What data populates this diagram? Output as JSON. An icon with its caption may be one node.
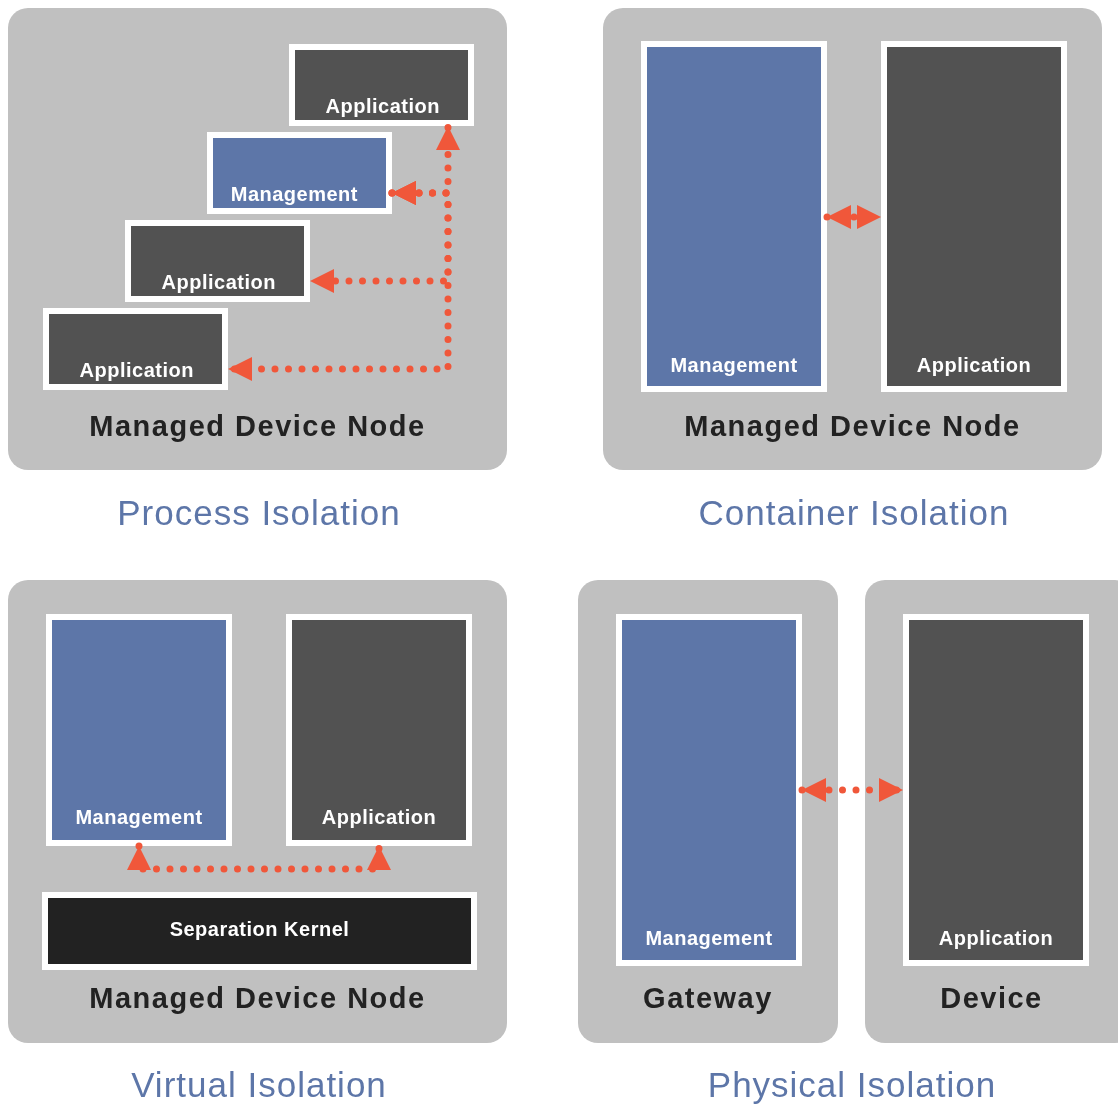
{
  "diagram": {
    "nodes": [
      {
        "text": [
          "Managed Device Node"
        ]
      },
      {
        "text": [
          "Application"
        ],
        "in": 0
      },
      {
        "text": [
          "Management"
        ],
        "in": 0
      },
      {
        "text": [
          "Application"
        ],
        "in": 0
      },
      {
        "text": [
          "Application"
        ],
        "in": 0
      },
      {
        "text": [
          "Managed Device Node"
        ]
      },
      {
        "text": [
          "Management"
        ],
        "in": 5
      },
      {
        "text": [
          "Application"
        ],
        "in": 5
      },
      {
        "text": [
          "Managed Device Node"
        ]
      },
      {
        "text": [
          "Management"
        ],
        "in": 8
      },
      {
        "text": [
          "Application"
        ],
        "in": 8
      },
      {
        "text": [
          "Separation Kernel"
        ],
        "in": 8
      },
      {
        "text": [
          "Gateway"
        ]
      },
      {
        "text": [
          "Management"
        ],
        "in": 12
      },
      {
        "text": [
          "Device"
        ]
      },
      {
        "text": [
          "Application"
        ],
        "in": 14
      }
    ],
    "edges": [
      {
        "from": 2,
        "to": 1,
        "arrow": "both",
        "style": "dashed"
      },
      {
        "from": 2,
        "to": 3,
        "arrow": "both",
        "style": "dashed"
      },
      {
        "from": 2,
        "to": 4,
        "arrow": "both",
        "style": "dashed"
      },
      {
        "from": 6,
        "to": 7,
        "arrow": "both",
        "style": "dashed"
      },
      {
        "from": 9,
        "to": 10,
        "arrow": "both",
        "style": "dashed"
      },
      {
        "from": 13,
        "to": 15,
        "arrow": "both",
        "style": "dashed"
      }
    ],
    "labels": [
      "Process Isolation",
      "Container Isolation",
      "Virtual Isolation",
      "Physical Isolation"
    ]
  }
}
